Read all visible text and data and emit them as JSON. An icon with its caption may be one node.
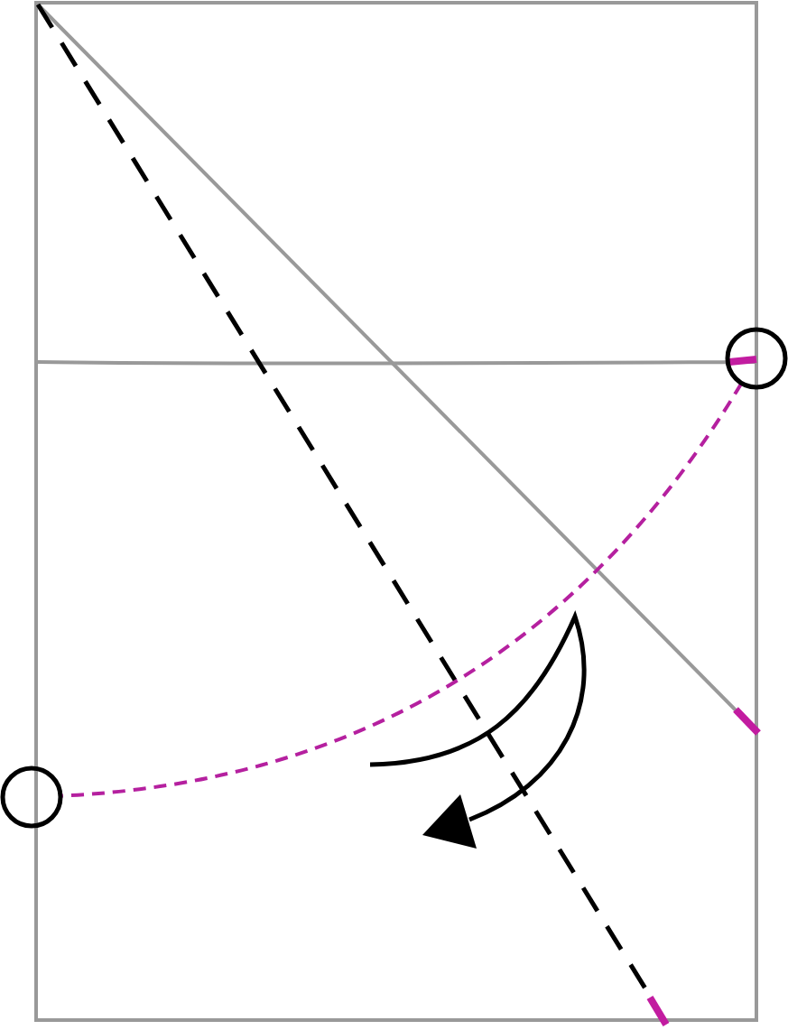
{
  "diagram": {
    "nodes": [
      {
        "text": [],
        "shape": "circle"
      },
      {
        "text": [],
        "shape": "circle"
      }
    ],
    "edges": [
      {
        "from": 0,
        "to": 1,
        "arrow": "none",
        "style": "dashed",
        "color": "#b5209f"
      }
    ]
  }
}
